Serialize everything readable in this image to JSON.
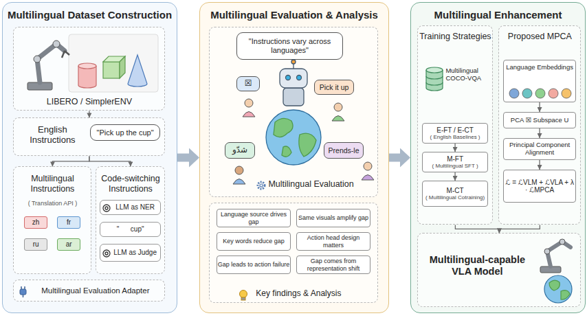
{
  "diagram": {
    "nodes": [
      {
        "text": [
          "Multilingual Dataset Construction"
        ]
      },
      {
        "text": [
          "LIBERO / SimplerENV"
        ],
        "in": 0
      },
      {
        "text": [
          "English Instructions"
        ],
        "in": 0
      },
      {
        "text": [
          "\"Pick up the cup\""
        ],
        "in": 2
      },
      {
        "text": [
          "Multilingual Instructions",
          "( Translation API )"
        ],
        "in": 0
      },
      {
        "text": [
          "zh"
        ],
        "in": 4
      },
      {
        "text": [
          "fr"
        ],
        "in": 4
      },
      {
        "text": [
          "ru"
        ],
        "in": 4
      },
      {
        "text": [
          "ar"
        ],
        "in": 4
      },
      {
        "text": [
          "Code-switching Instructions"
        ],
        "in": 0
      },
      {
        "text": [
          "LLM as NER"
        ],
        "in": 9
      },
      {
        "text": [
          "\"      cup\""
        ],
        "in": 9
      },
      {
        "text": [
          "LLM as Judge"
        ],
        "in": 9
      },
      {
        "text": [
          "Multilingual Evaluation Adapter"
        ],
        "in": 0
      },
      {
        "text": [
          "Multilingual Evaluation & Analysis"
        ]
      },
      {
        "text": [
          "Multilingual Evaluation"
        ],
        "in": 14
      },
      {
        "text": [
          "\"Instructions vary across languages\""
        ],
        "in": 15
      },
      {
        "text": [
          "☒"
        ],
        "in": 15
      },
      {
        "text": [
          "Pick it up"
        ],
        "in": 15
      },
      {
        "text": [
          "شدّو"
        ],
        "in": 15
      },
      {
        "text": [
          "Prends-le"
        ],
        "in": 15
      },
      {
        "text": [
          "Key findings & Analysis"
        ],
        "in": 14
      },
      {
        "text": [
          "Language source drives gap"
        ],
        "in": 21
      },
      {
        "text": [
          "Same visuals amplify gap"
        ],
        "in": 21
      },
      {
        "text": [
          "Key words reduce gap"
        ],
        "in": 21
      },
      {
        "text": [
          "Action head design matters"
        ],
        "in": 21
      },
      {
        "text": [
          "Gap leads to action failure"
        ],
        "in": 21
      },
      {
        "text": [
          "Gap comes from representation shift"
        ],
        "in": 21
      },
      {
        "text": [
          "Multilingual Enhancement"
        ]
      },
      {
        "text": [
          "Training Strategies",
          "Multilingual COCO-VQA"
        ],
        "in": 28
      },
      {
        "text": [
          "E-FT / E-CT",
          "( English Baselines )"
        ],
        "in": 29
      },
      {
        "text": [
          "M-FT",
          "( Multilingual SFT )"
        ],
        "in": 29
      },
      {
        "text": [
          "M-CT",
          "( Multilingual Cotraining)"
        ],
        "in": 29
      },
      {
        "text": [
          "Proposed MPCA"
        ],
        "in": 28
      },
      {
        "text": [
          "Language Embeddings"
        ],
        "in": 33
      },
      {
        "text": [
          "PCA ☒ Subspace U"
        ],
        "in": 33
      },
      {
        "text": [
          "Principal Component Alignment"
        ],
        "in": 33
      },
      {
        "text": [
          "ℒ = ℒVLM + ℒVLA + λ · ℒMPCA"
        ],
        "in": 33
      },
      {
        "text": [
          "Multilingual-capable VLA Model"
        ],
        "in": 28
      }
    ],
    "edges": [
      {
        "from": 0,
        "to": 14,
        "arrow": "to"
      },
      {
        "from": 14,
        "to": 28,
        "arrow": "to"
      },
      {
        "from": 1,
        "to": 2,
        "arrow": "to"
      },
      {
        "from": 2,
        "to": 4,
        "arrow": "to"
      },
      {
        "from": 2,
        "to": 9,
        "arrow": "to"
      },
      {
        "from": 30,
        "to": 31,
        "arrow": "to"
      },
      {
        "from": 31,
        "to": 32,
        "arrow": "to"
      },
      {
        "from": 34,
        "to": 35,
        "arrow": "to"
      },
      {
        "from": 35,
        "to": 36,
        "arrow": "to"
      },
      {
        "from": 36,
        "to": 37,
        "arrow": "to"
      },
      {
        "from": 29,
        "to": 38,
        "arrow": "to"
      },
      {
        "from": 33,
        "to": 38,
        "arrow": "to"
      }
    ]
  }
}
